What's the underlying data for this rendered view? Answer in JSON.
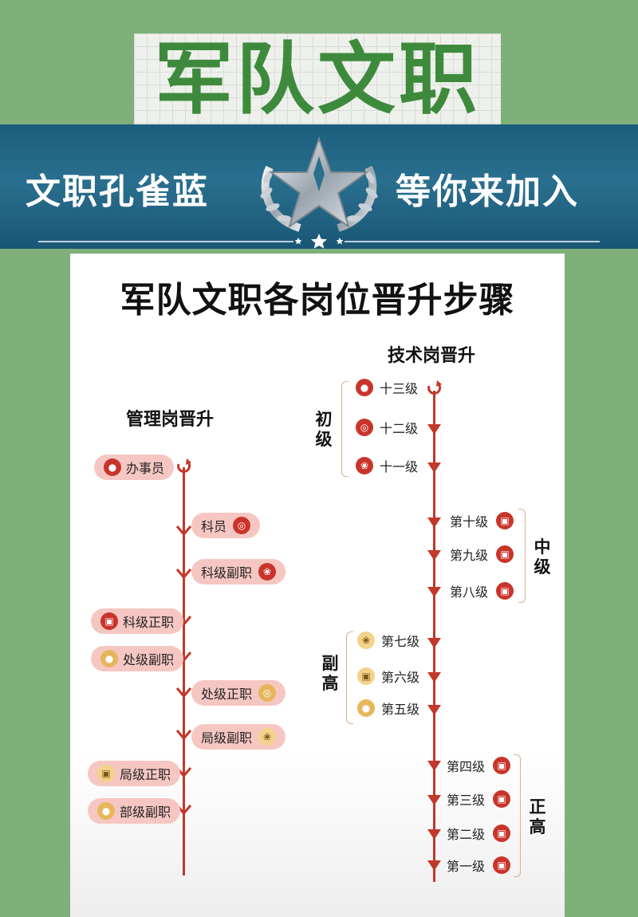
{
  "banner": {
    "main_title": "军队文职",
    "slogan_left": "文职孔雀蓝",
    "slogan_right": "等你来加入"
  },
  "card": {
    "title": "军队文职各岗位晋升步骤"
  },
  "management": {
    "header": "管理岗晋升",
    "steps": [
      {
        "label": "办事员",
        "icon": "person-icon"
      },
      {
        "label": "科员",
        "icon": "target-icon"
      },
      {
        "label": "科级副职",
        "icon": "clover-icon"
      },
      {
        "label": "科级正职",
        "icon": "building-icon"
      },
      {
        "label": "处级副职",
        "icon": "person-icon"
      },
      {
        "label": "处级正职",
        "icon": "target-icon"
      },
      {
        "label": "局级副职",
        "icon": "clover-icon"
      },
      {
        "label": "局级正职",
        "icon": "building-icon"
      },
      {
        "label": "部级副职",
        "icon": "people-icon"
      }
    ]
  },
  "technical": {
    "header": "技术岗晋升",
    "steps": [
      {
        "label": "十三级",
        "icon": "person-icon"
      },
      {
        "label": "十二级",
        "icon": "target-icon"
      },
      {
        "label": "十一级",
        "icon": "clover-icon"
      },
      {
        "label": "第十级",
        "icon": "building-icon"
      },
      {
        "label": "第九级",
        "icon": "building-icon"
      },
      {
        "label": "第八级",
        "icon": "building-icon"
      },
      {
        "label": "第七级",
        "icon": "clover-icon"
      },
      {
        "label": "第六级",
        "icon": "building-icon"
      },
      {
        "label": "第五级",
        "icon": "people-icon"
      },
      {
        "label": "第四级",
        "icon": "building-icon"
      },
      {
        "label": "第三级",
        "icon": "building-icon"
      },
      {
        "label": "第二级",
        "icon": "building-icon"
      },
      {
        "label": "第一级",
        "icon": "building-icon"
      }
    ],
    "groups": {
      "junior": "初级",
      "intermediate": "中级",
      "associate_senior": "副高",
      "senior": "正高"
    }
  },
  "colors": {
    "accent_red": "#c9342a",
    "pill_pink": "#f6c7c2",
    "gold": "#e7b65b",
    "band_blue": "#1f6383",
    "title_green": "#3e8a3c"
  }
}
